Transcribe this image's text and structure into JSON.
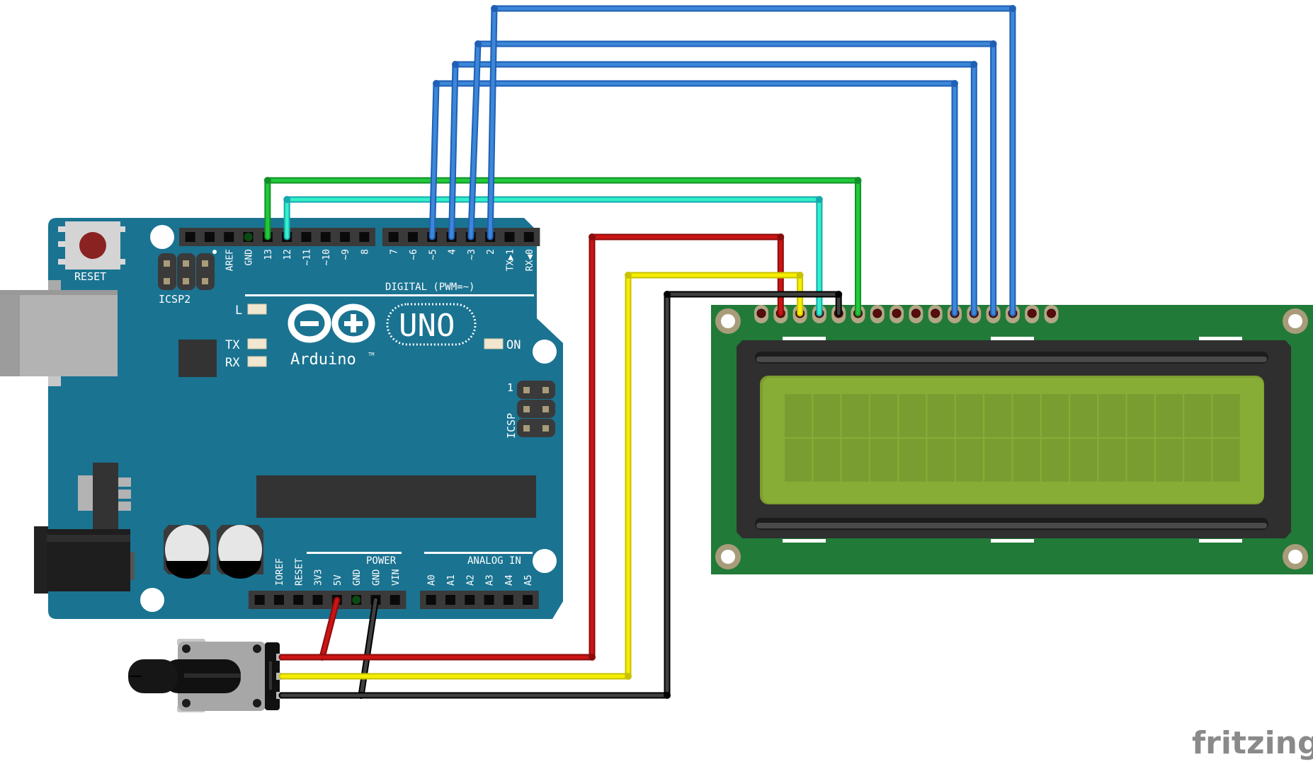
{
  "title": "Arduino UNO with 16x2 LCD and Potentiometer — Fritzing breadboard view",
  "colors": {
    "board": "#1a7391",
    "lcd_pcb": "#217a38",
    "lcd_screen": "#88ad36",
    "lcd_bezel": "#2f2f2f",
    "wire_blue": "#3d87d8",
    "wire_blue_edge": "#1f5fb5",
    "wire_green": "#22c93a",
    "wire_green_edge": "#119128",
    "wire_cyan": "#33f0c8",
    "wire_cyan_edge": "#17a7b0",
    "wire_red": "#cc1414",
    "wire_red_edge": "#8a0d0d",
    "wire_yellow": "#f5ee00",
    "wire_yellow_edge": "#c9c200",
    "wire_black": "#404040",
    "wire_black_edge": "#000000"
  },
  "arduino": {
    "reset_label": "RESET",
    "icsp2_label": "ICSP2",
    "icsp_label": "ICSP",
    "icsp_pin1": "1",
    "led_l": "L",
    "led_tx": "TX",
    "led_rx": "RX",
    "led_on": "ON",
    "logo_text": "Arduino",
    "logo_tm": "TM",
    "model": "UNO",
    "digital_label": "DIGITAL (PWM=~)",
    "power_label": "POWER",
    "analog_label": "ANALOG IN",
    "digital_pins_a": [
      "AREF",
      "GND",
      "13",
      "12",
      "~11",
      "~10",
      "~9",
      "8"
    ],
    "digital_pins_b": [
      "7",
      "~6",
      "~5",
      "4",
      "~3",
      "2",
      "TX▶1",
      "RX◀0"
    ],
    "power_pins": [
      "",
      "IOREF",
      "RESET",
      "3V3",
      "5V",
      "GND",
      "GND",
      "VIN"
    ],
    "analog_pins": [
      "A0",
      "A1",
      "A2",
      "A3",
      "A4",
      "A5"
    ]
  },
  "lcd": {
    "columns": 16,
    "rows": 2,
    "pin_count": 16
  },
  "connections": [
    {
      "from": "Arduino D12",
      "to": "LCD RS (pin 4)",
      "color": "cyan"
    },
    {
      "from": "Arduino D13",
      "to": "LCD E (pin 6)",
      "color": "green"
    },
    {
      "from": "Arduino D5",
      "to": "LCD D4 (pin 11)",
      "color": "blue"
    },
    {
      "from": "Arduino D4",
      "to": "LCD D5 (pin 12)",
      "color": "blue"
    },
    {
      "from": "Arduino D3",
      "to": "LCD D6 (pin 13)",
      "color": "blue"
    },
    {
      "from": "Arduino D2",
      "to": "LCD D7 (pin 14)",
      "color": "blue"
    },
    {
      "from": "Arduino 5V",
      "to": "Potentiometer pin 1",
      "color": "red"
    },
    {
      "from": "Arduino GND",
      "to": "Potentiometer pin 3",
      "color": "black"
    },
    {
      "from": "Potentiometer pin 1",
      "to": "LCD VDD (pin 2)",
      "color": "red"
    },
    {
      "from": "Potentiometer wiper",
      "to": "LCD V0 (pin 3)",
      "color": "yellow"
    },
    {
      "from": "Potentiometer pin 3",
      "to": "LCD RW (pin 5)",
      "color": "black"
    }
  ],
  "watermark": "fritzing"
}
